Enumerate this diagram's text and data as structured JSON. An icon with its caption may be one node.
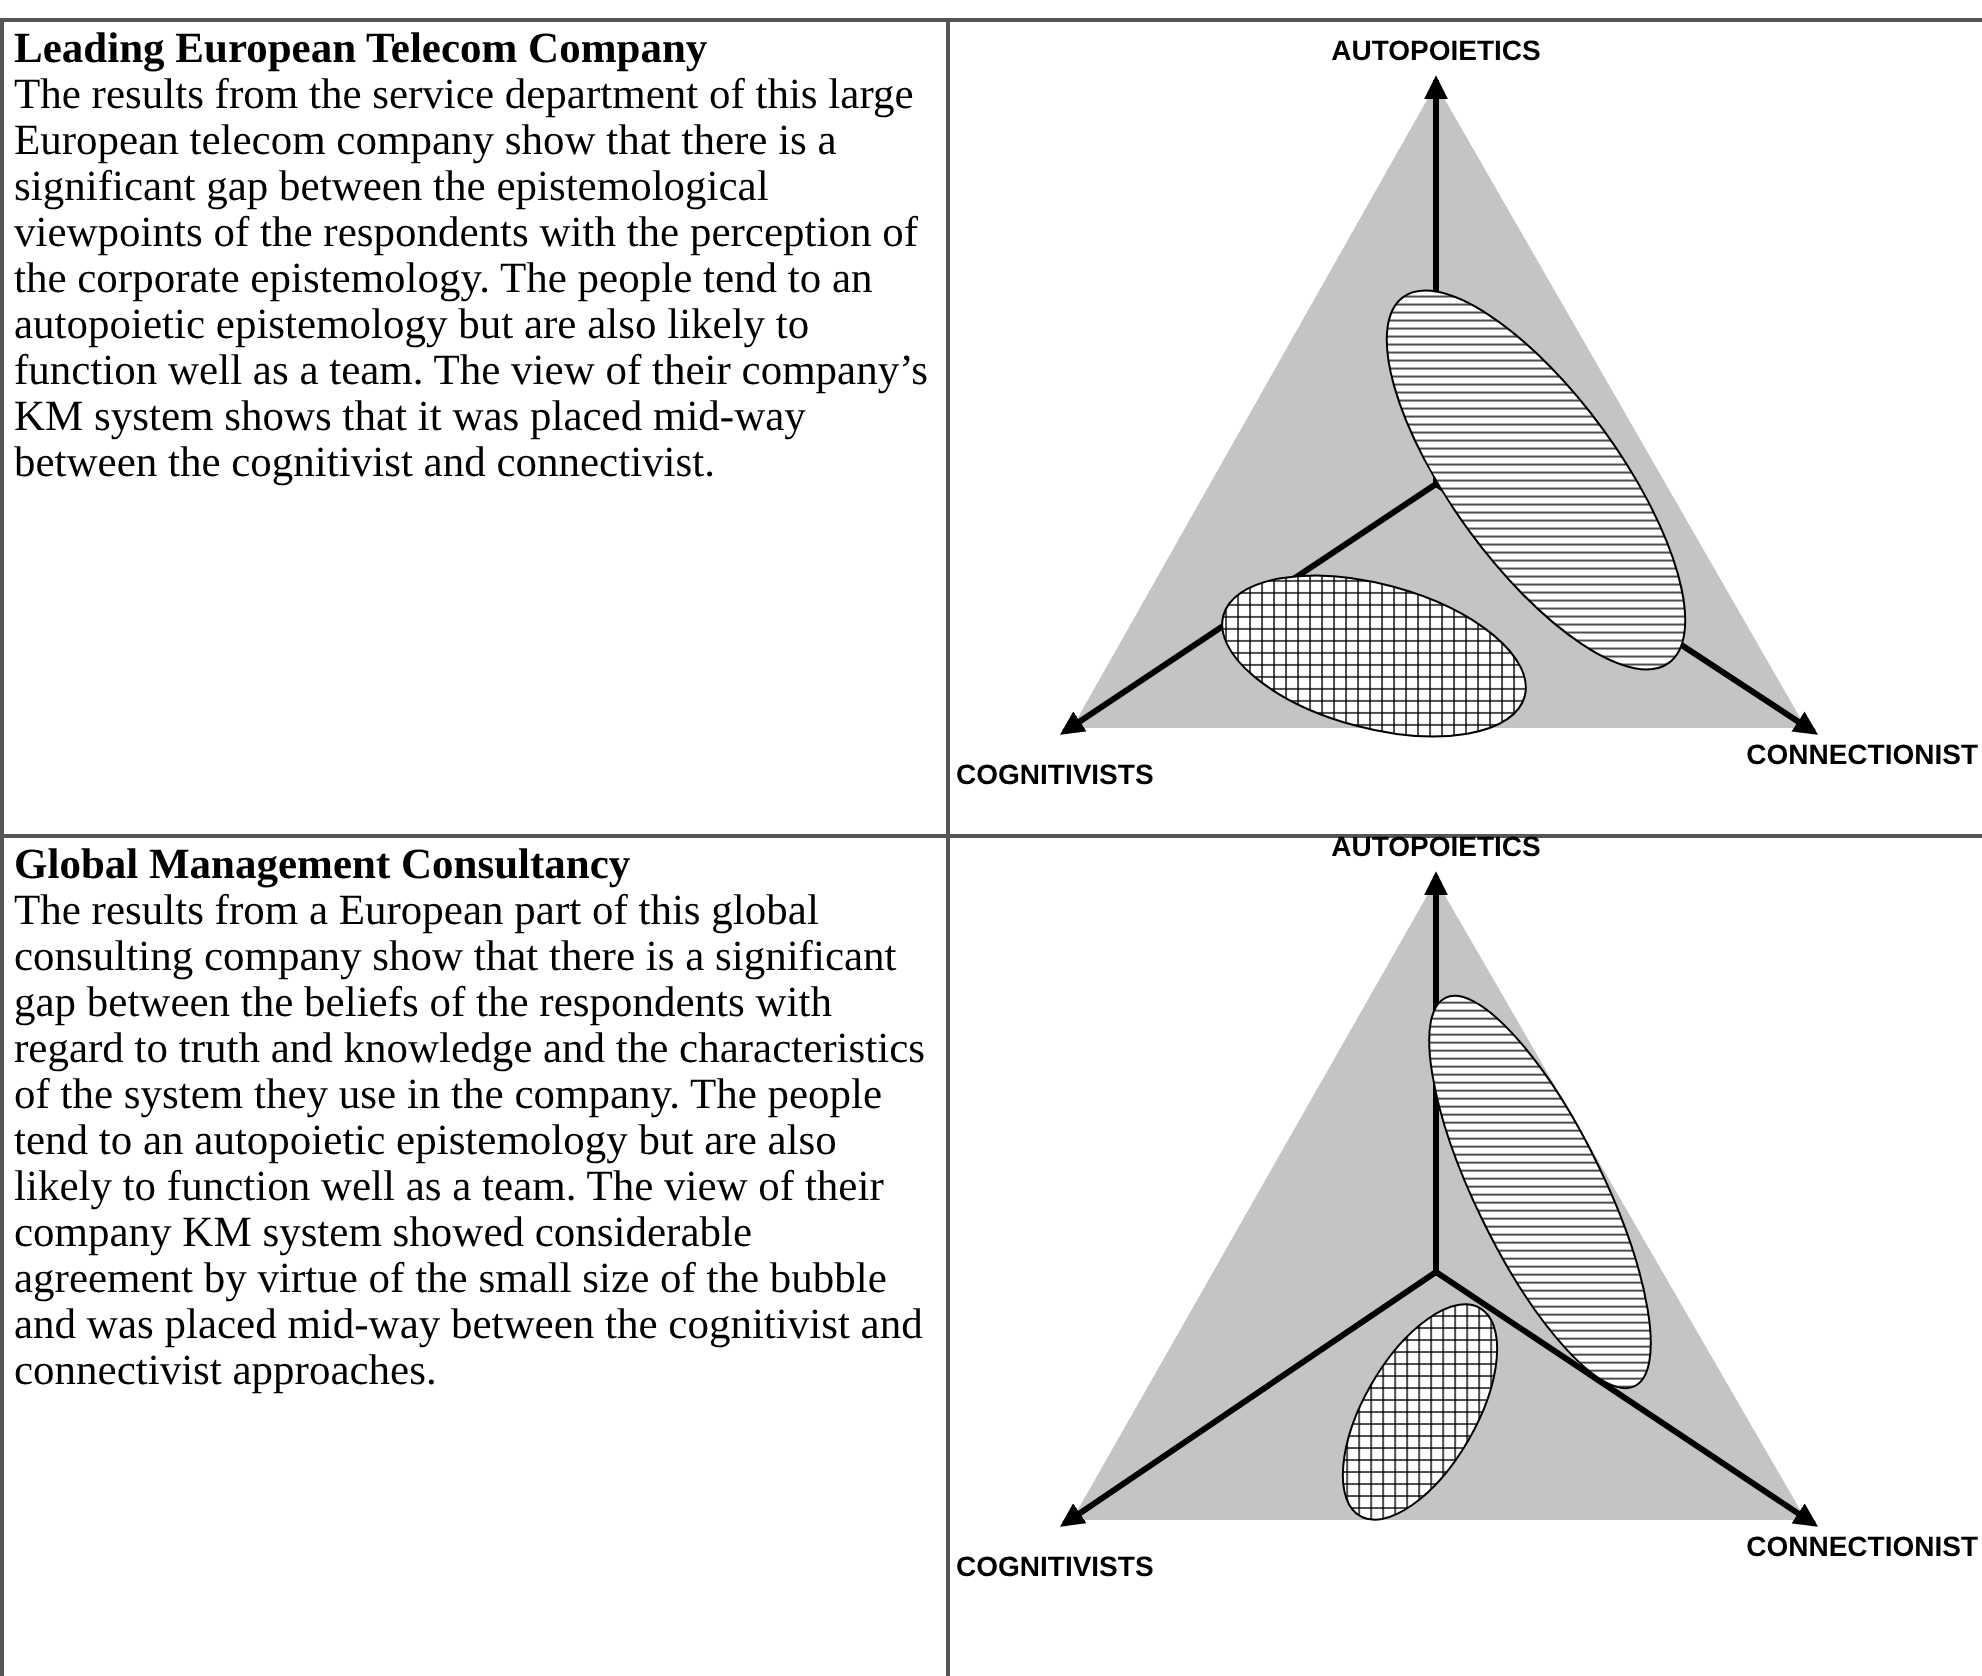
{
  "diagram": {
    "labels": [
      "Leading European Telecom Company",
      "The results from the service department of this large European telecom company show that there is a significant gap between the epistemological viewpoints of the respondents with the perception of the corporate epistemology. The people tend to an autopoietic epistemology but are also likely to function well as a team. The view of their company’s KM system shows that it was placed mid-way between the cognitivist and connectivist.",
      "AUTOPOIETICS",
      "COGNITIVISTS",
      "CONNECTIONIST",
      "Global Management Consultancy",
      "The results from a European part of this global consulting company show that there is a significant gap between the beliefs of the respondents with regard to truth and knowledge and the characteristics of the system they use in the company. The people tend to an autopoietic epistemology but are also likely to function well as a team. The view of their company KM system showed considerable agreement by virtue of the small size of the bubble and was placed mid-way between the cognitivist and connectivist approaches.",
      "AUTOPOIETICS",
      "COGNITIVISTS",
      "CONNECTIONIST"
    ]
  }
}
